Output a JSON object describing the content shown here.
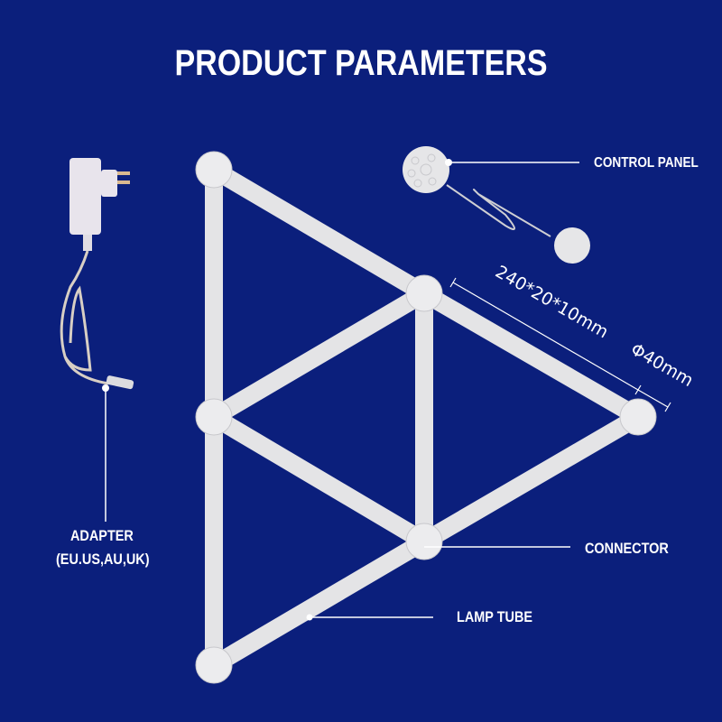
{
  "title": "PRODUCT PARAMETERS",
  "labels": {
    "control_panel": "CONTROL PANEL",
    "adapter_line1": "ADAPTER",
    "adapter_line2": "(EU.US,AU,UK)",
    "connector": "CONNECTOR",
    "lamp_tube": "LAMP TUBE"
  },
  "dimensions": {
    "tube": "240*20*10mm",
    "connector_diameter": "Φ40mm"
  },
  "colors": {
    "background": "#0b1f7c",
    "product": "#e6e6e8",
    "text": "#ffffff"
  }
}
